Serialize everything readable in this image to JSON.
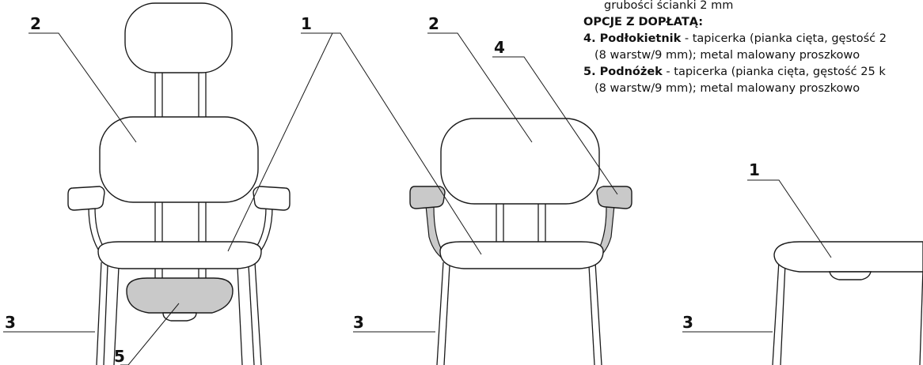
{
  "specs": {
    "line_top": "grubości ścianki 2 mm",
    "options_header": "OPCJE Z DOPŁATĄ:",
    "opt4_name": "4. Podłokietnik",
    "opt4_rest": " - tapicerka (pianka cięta, gęstość 2",
    "opt4_line2": "(8 warstw/9 mm); metal malowany proszkowo",
    "opt5_name": "5. Podnóżek",
    "opt5_rest": " - tapicerka (pianka cięta, gęstość 25 k",
    "opt5_line2": "(8 warstw/9 mm); metal malowany proszkowo"
  },
  "labels": {
    "c1_seat": "1",
    "c1_back": "2",
    "c1_frame": "3",
    "c1_footrest": "5",
    "c2_seat": "1",
    "c2_back": "2",
    "c2_frame": "3",
    "c2_armrest": "4",
    "c3_seat": "1",
    "c3_frame": "3"
  },
  "colors": {
    "outline": "#1a1a1a",
    "optional_fill": "#c9c9c9",
    "background": "#ffffff"
  }
}
